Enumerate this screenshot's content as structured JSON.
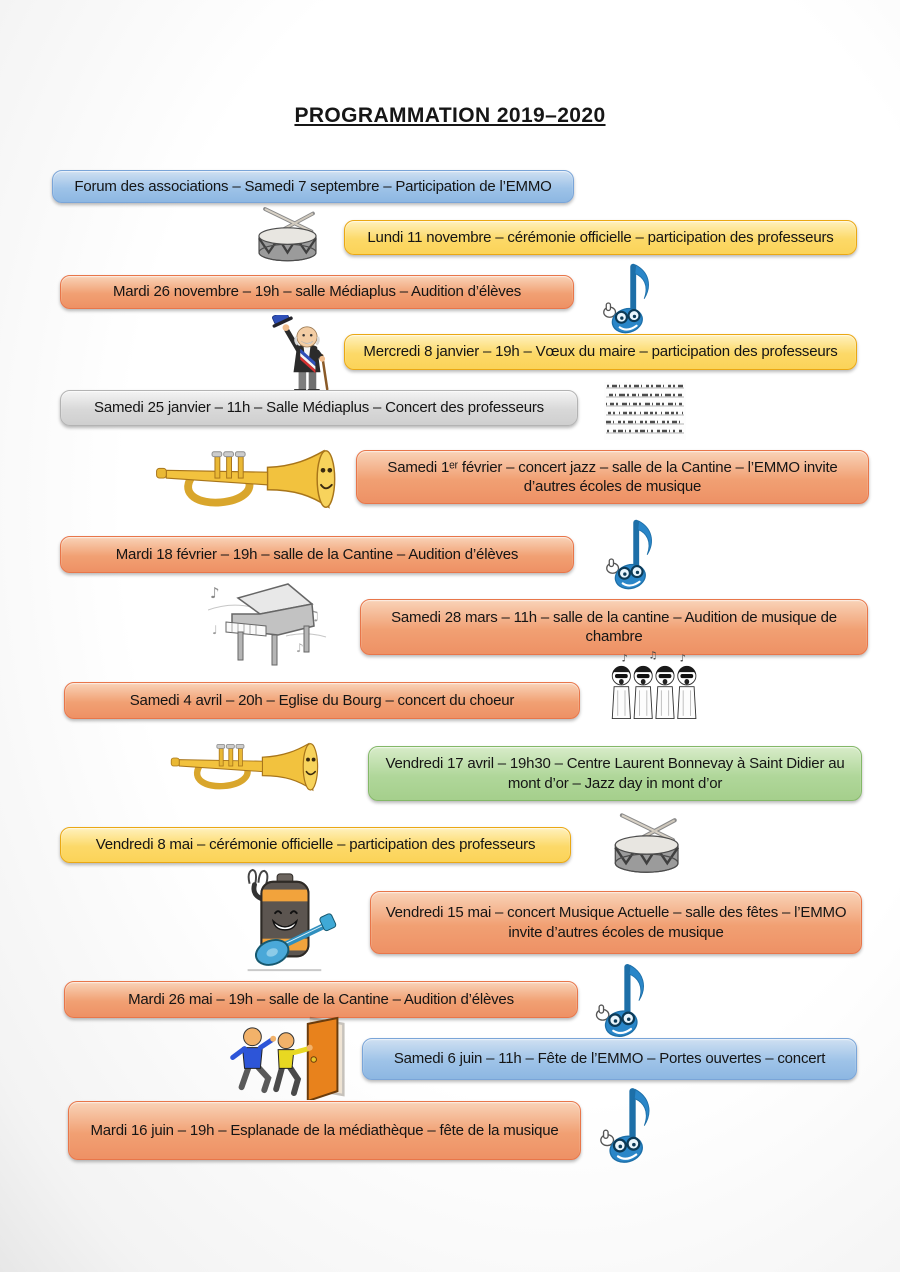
{
  "title": "PROGRAMMATION  2019–2020",
  "events": [
    {
      "id": "forum-sept7",
      "color": "blue",
      "text": "Forum des associations – Samedi 7 septembre – Participation de l’EMMO"
    },
    {
      "id": "nov11",
      "color": "yellow",
      "text": "Lundi 11 novembre – cérémonie officielle – participation des professeurs"
    },
    {
      "id": "nov26",
      "color": "orange",
      "text": "Mardi 26 novembre – 19h – salle Médiaplus – Audition d’élèves"
    },
    {
      "id": "jan8",
      "color": "yellow",
      "text": "Mercredi 8 janvier – 19h – Vœux du maire – participation des professeurs"
    },
    {
      "id": "jan25",
      "color": "gray",
      "text": "Samedi 25 janvier – 11h – Salle Médiaplus – Concert des professeurs"
    },
    {
      "id": "feb1",
      "color": "orange",
      "text": "Samedi 1ᵉʳ février – concert jazz – salle de la Cantine – l’EMMO invite d’autres écoles de musique"
    },
    {
      "id": "feb18",
      "color": "orange",
      "text": "Mardi 18 février – 19h – salle de la Cantine – Audition d’élèves"
    },
    {
      "id": "mar28",
      "color": "orange",
      "text": "Samedi 28 mars – 11h – salle de la cantine – Audition de musique de chambre"
    },
    {
      "id": "apr4",
      "color": "orange",
      "text": "Samedi 4 avril – 20h – Eglise du Bourg – concert du choeur"
    },
    {
      "id": "apr17",
      "color": "green",
      "text": "Vendredi 17 avril – 19h30 – Centre Laurent Bonnevay à Saint Didier au mont d’or – Jazz day in mont d’or"
    },
    {
      "id": "may8",
      "color": "yellow",
      "text": "Vendredi 8 mai – cérémonie officielle – participation des professeurs"
    },
    {
      "id": "may15",
      "color": "orange",
      "text": "Vendredi 15 mai – concert Musique Actuelle – salle des fêtes – l’EMMO invite d’autres écoles de musique"
    },
    {
      "id": "may26",
      "color": "orange",
      "text": "Mardi 26 mai – 19h – salle de la Cantine – Audition d’élèves"
    },
    {
      "id": "jun6",
      "color": "blue",
      "text": "Samedi 6 juin – 11h – Fête de l’EMMO – Portes ouvertes – concert"
    },
    {
      "id": "jun16",
      "color": "orange",
      "text": "Mardi 16 juin – 19h – Esplanade de la médiathèque – fête de la musique"
    }
  ],
  "icons": {
    "drum": "snare-drum-icon",
    "note_character": "music-note-character-icon",
    "mayor": "mayor-icon",
    "sheet_music": "sheet-music-icon",
    "trumpet": "trumpet-icon",
    "piano": "grand-piano-icon",
    "choir": "choir-singers-icon",
    "guitarist": "battery-guitarist-icon",
    "open_door": "open-door-icon"
  },
  "colors": {
    "blue_fill": "#9dc3e6",
    "blue_border": "#7aa5d8",
    "yellow_fill": "#fcd65e",
    "yellow_border": "#eaa814",
    "orange_fill": "#f09a6c",
    "orange_border": "#e8764a",
    "gray_fill": "#d9d9d9",
    "gray_border": "#b3b3b3",
    "green_fill": "#a9d18e",
    "green_border": "#84b868",
    "note_blue": "#2a86c8",
    "trumpet_gold": "#f2c23e"
  }
}
